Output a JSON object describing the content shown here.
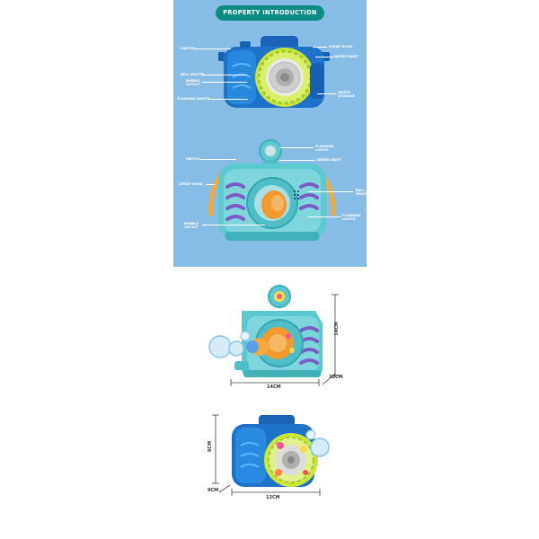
{
  "panel": {
    "title": "PROPERTY INTRODUCTION",
    "camera_top_labels": {
      "switch": "SWITCH",
      "bell_mouth": "BELL MOUTH",
      "bubble_outlet": "BUBBLE\nOUTLET",
      "flashing_lights": "FLASHING LIGHTS",
      "strap_hook": "STRAP HOOK",
      "water_inlet": "WATER INLET",
      "water_storage": "WATER\nSTORAGE"
    },
    "camera_bottom_labels": {
      "switch": "SWITCH",
      "strap_hook": "STRAP HOOK",
      "bubble_outlet": "BUBBLE\nOUTLET",
      "flashing_lights_top": "FLASHING\nLIGHTS",
      "water_inlet": "WATER INLET",
      "bell_mouth": "BELL\nMOUTH",
      "flashing_lights_side": "FLASHING\nLIGHTS"
    }
  },
  "dimensions": {
    "cam1_height": "14CM",
    "cam1_width": "14CM",
    "cam1_depth": "10CM",
    "cam2_height": "9CM",
    "cam2_depth": "9CM",
    "cam2_width": "12CM"
  },
  "colors": {
    "panel_bg": "#86bde6",
    "title_pill": "#0f8b86",
    "blue_camera": "#1e73c8",
    "teal_camera": "#5cc8d0",
    "lens_yellow": "#c8e63c",
    "orange_lens": "#f39a2e",
    "purple_grip": "#7b5cc8"
  }
}
